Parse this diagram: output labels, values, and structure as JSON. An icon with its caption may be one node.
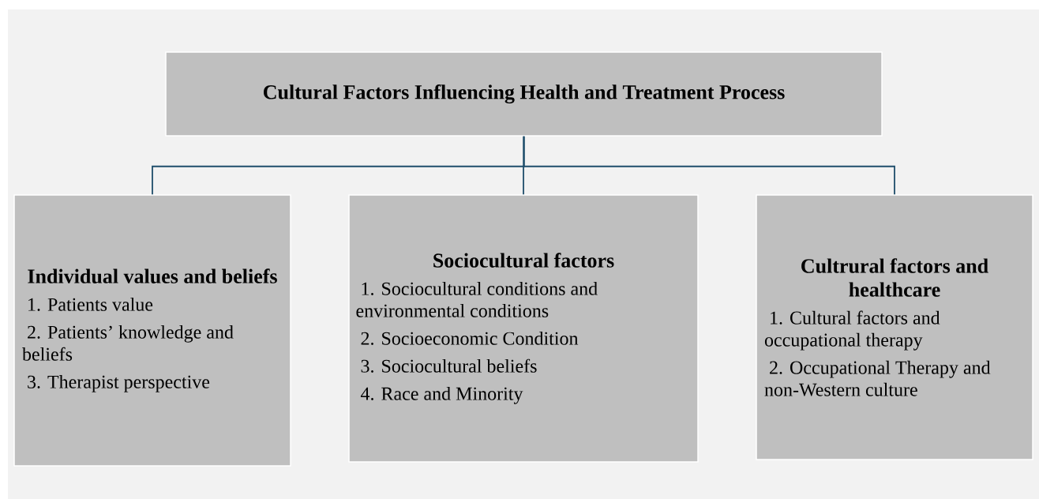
{
  "diagram": {
    "nodes": [
      {
        "text": [
          "Cultural Factors Influencing Health and Treatment Process"
        ]
      },
      {
        "text": [
          "Individual values and beliefs",
          "1. Patients value",
          "2. Patients’ knowledge and beliefs",
          "3. Therapist perspective"
        ]
      },
      {
        "text": [
          "Sociocultural factors",
          "1. Sociocultural conditions and environmental conditions",
          "2. Socioeconomic Condition",
          "3. Sociocultural beliefs",
          "4. Race and Minority"
        ]
      },
      {
        "text": [
          "Cultrural factors and healthcare",
          "1. Cultural factors and occupational therapy",
          "2. Occupational Therapy and non-Western culture"
        ]
      }
    ],
    "edges": [
      {
        "from": 0,
        "to": 1,
        "arrow": "none"
      },
      {
        "from": 0,
        "to": 2,
        "arrow": "none"
      },
      {
        "from": 0,
        "to": 3,
        "arrow": "none"
      }
    ]
  }
}
